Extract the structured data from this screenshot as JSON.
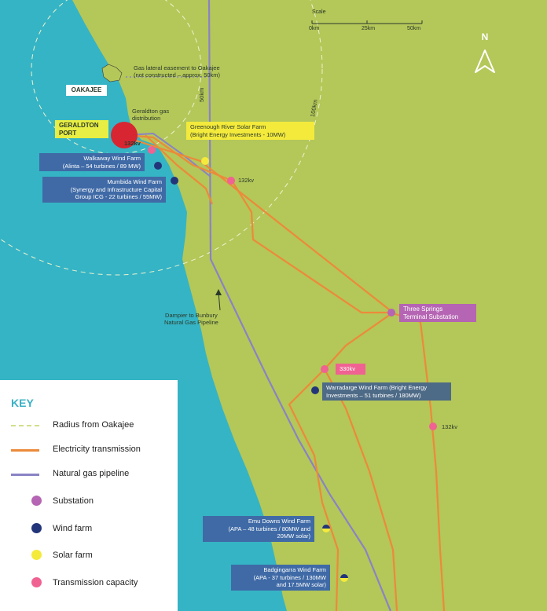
{
  "colors": {
    "sea": "#35b4c5",
    "land": "#b4c759",
    "transmission": "#ec8a3a",
    "pipeline": "#8a83c4",
    "substation": "#b565b3",
    "wind": "#23357a",
    "solar": "#f4ea3c",
    "capacity": "#f06292",
    "radius": "#e6ecc0",
    "port": "#d72631"
  },
  "scale": {
    "title": "Scale",
    "ticks": [
      "0km",
      "25km",
      "50km"
    ]
  },
  "north": {
    "label": "N",
    "icon": "north-arrow-icon"
  },
  "labels": {
    "oakajee": "OAKAJEE",
    "geraldton_port": "GERALDTON\nPORT",
    "gas_lateral": "Gas lateral easement to Oakajee\n(not constructed – approx. 50km)",
    "geraldton_gas": "Geraldton gas\ndistribution",
    "greenough_solar": "Greenough River Solar Farm\n(Bright Energy Investments - 10MW)",
    "walkaway": "Walkaway Wind Farm\n(Alinta – 54 turbines / 89 MW)",
    "mumbida": "Mumbida Wind Farm\n(Synergy and Infrastructure Capital\nGroup ICG - 22 turbines / 55MW)",
    "kv132_top": "132kv",
    "kv132_port": "132kv",
    "kv132_right": "132kv",
    "kv330": "330kv",
    "three_springs": "Three Springs\nTerminal Substation",
    "warradarge": "Warradarge Wind Farm (Bright Energy\nInvestments – 51 turbines / 180MW)",
    "dampier": "Dampier to Bunbury\nNatural Gas Pipeline",
    "emu_downs": "Emu Downs Wind Farm\n(APA – 48 turbines / 80MW and\n20MW solar)",
    "badgingarra": "Badgingarra Wind Farm\n(APA - 37 turbines / 130MW\nand 17.5MW solar)",
    "radius50": "50km",
    "radius100": "100km"
  },
  "key": {
    "title": "KEY",
    "items": [
      {
        "label": "Radius from Oakajee",
        "type": "dashed",
        "color": "#cfe08a"
      },
      {
        "label": "Electricity transmission",
        "type": "line",
        "color": "#ec8a3a"
      },
      {
        "label": "Natural gas pipeline",
        "type": "line",
        "color": "#8a83c4"
      },
      {
        "label": "Substation",
        "type": "dot",
        "color": "#b565b3"
      },
      {
        "label": "Wind farm",
        "type": "dot",
        "color": "#23357a"
      },
      {
        "label": "Solar farm",
        "type": "dot",
        "color": "#f4ea3c"
      },
      {
        "label": "Transmission capacity",
        "type": "dot",
        "color": "#f06292"
      }
    ]
  }
}
